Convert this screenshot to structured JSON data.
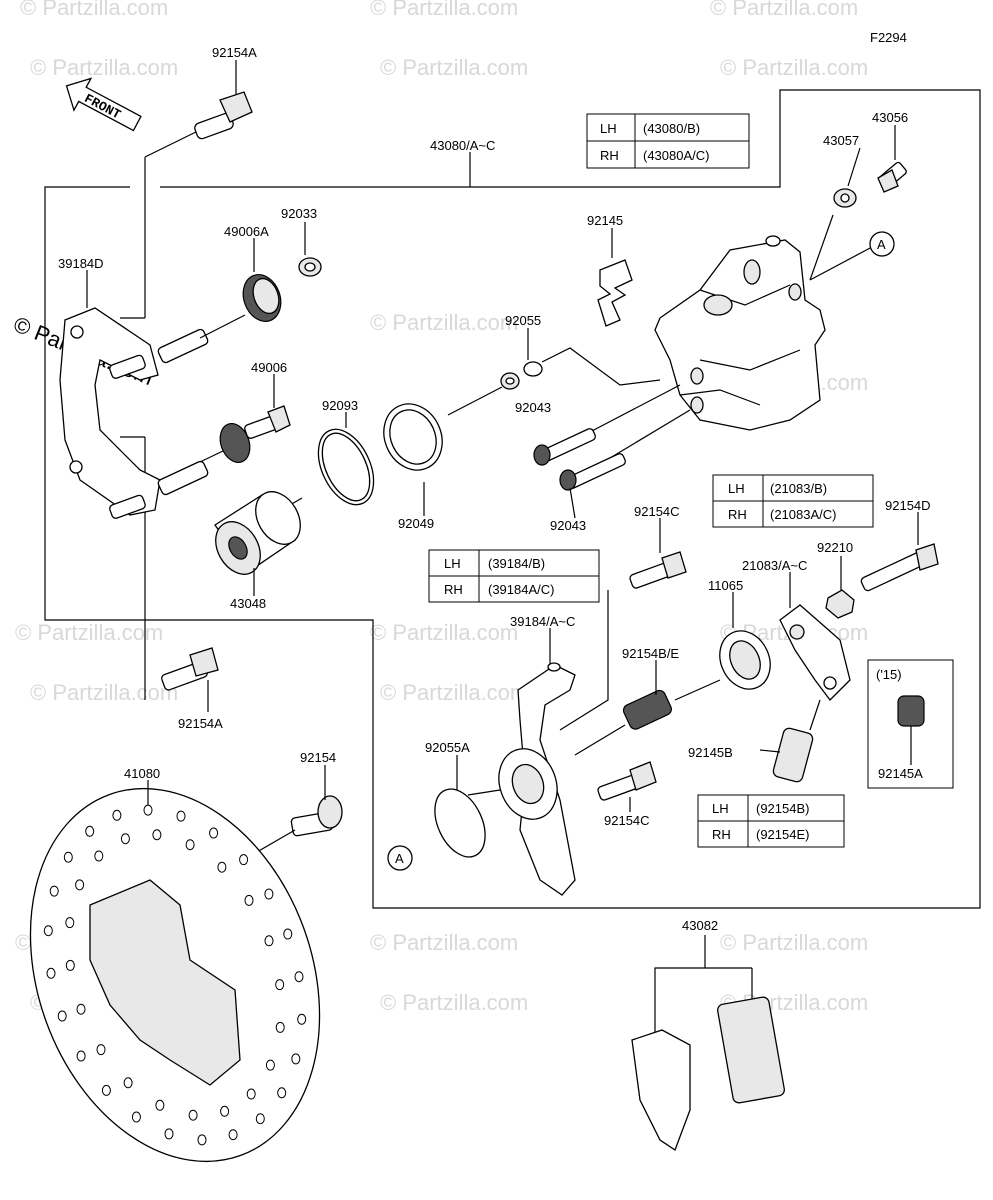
{
  "figure_code": "F2294",
  "front_label": "FRONT",
  "watermark": {
    "text": "© Partzilla.com"
  },
  "labels": {
    "l_92154A_top": "92154A",
    "l_43080": "43080/A~C",
    "l_43056": "43056",
    "l_43057": "43057",
    "l_92033": "92033",
    "l_49006A": "49006A",
    "l_39184D": "39184D",
    "l_92145": "92145",
    "l_92055": "92055",
    "l_49006": "49006",
    "l_92093": "92093",
    "l_92043a": "92043",
    "l_92049": "92049",
    "l_92043b": "92043",
    "l_43048": "43048",
    "l_92154C_top": "92154C",
    "l_92154D": "92154D",
    "l_92210": "92210",
    "l_21083": "21083/A~C",
    "l_11065": "11065",
    "l_39184": "39184/A~C",
    "l_92154BE": "92154B/E",
    "l_92154A_bot": "92154A",
    "l_15": "('15)",
    "l_92145B": "92145B",
    "l_92145A": "92145A",
    "l_92055A": "92055A",
    "l_92154C_bot": "92154C",
    "l_41080": "41080",
    "l_92154": "92154",
    "l_43082": "43082",
    "ref_A1": "A",
    "ref_A2": "A"
  },
  "tables": {
    "t43080": [
      [
        "LH",
        "(43080/B)"
      ],
      [
        "RH",
        "(43080A/C)"
      ]
    ],
    "t21083": [
      [
        "LH",
        "(21083/B)"
      ],
      [
        "RH",
        "(21083A/C)"
      ]
    ],
    "t39184": [
      [
        "LH",
        "(39184/B)"
      ],
      [
        "RH",
        "(39184A/C)"
      ]
    ],
    "t92154": [
      [
        "LH",
        "(92154B)"
      ],
      [
        "RH",
        "(92154E)"
      ]
    ]
  }
}
